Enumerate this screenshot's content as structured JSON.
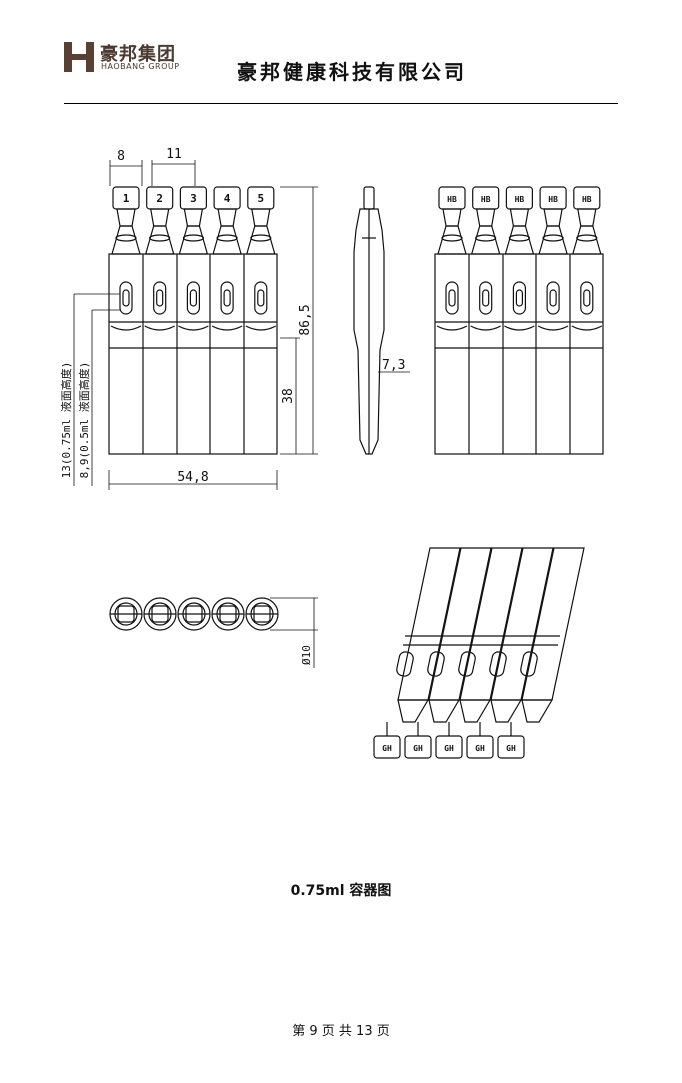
{
  "header": {
    "logo_cn": "豪邦集团",
    "logo_en": "HAOBANG GROUP",
    "company_name": "豪邦健康科技有限公司",
    "brand_color": "#5a3f33"
  },
  "drawing": {
    "front_numbers": [
      "1",
      "2",
      "3",
      "4",
      "5"
    ],
    "tab_marks": [
      "HB",
      "HB",
      "HB",
      "HB",
      "HB"
    ],
    "bottom_marks": [
      "GH",
      "GH",
      "GH",
      "GH",
      "GH"
    ],
    "dimensions": {
      "pitch_a": "8",
      "pitch_b": "11",
      "total_height": "86,5",
      "lower_height": "38",
      "width": "54,8",
      "thickness": "7,3",
      "diameter": "Ø10",
      "level_1": "13(0.75ml 液面高度)",
      "level_2": "8,9(0.5ml 液面高度)"
    }
  },
  "caption": "0.75ml 容器图",
  "footer": "第 9 页 共 13 页"
}
